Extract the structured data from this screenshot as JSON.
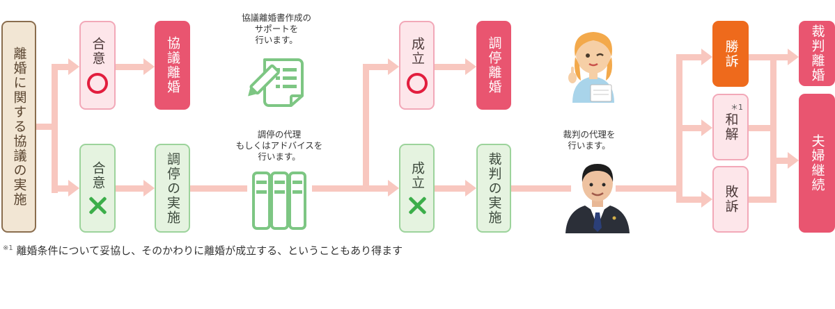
{
  "boxes": {
    "start": "離婚に関する協議の実施",
    "agree_ok": "合意",
    "agree_ng": "合意",
    "kyogi_rikon": "協議離婚",
    "chotei_jisshi": "調停の実施",
    "seiritsu_ok": "成立",
    "seiritsu_ng": "成立",
    "chotei_rikon": "調停離婚",
    "saiban_jisshi": "裁判の実施",
    "shoso": "勝訴",
    "wakai": "和解",
    "haiso": "敗訴",
    "saiban_rikon": "裁判離婚",
    "fufu_keizoku": "夫婦継続"
  },
  "notes": {
    "kyogi_support": "協議離婚書作成の\nサポートを\n行います。",
    "chotei_advice": "調停の代理\nもしくはアドバイスを\n行います。",
    "saiban_agent": "裁判の代理を\n行います。"
  },
  "footnote": {
    "mark": "※1",
    "text": " 離婚条件について妥協し、そのかわりに離婚が成立する、ということもあり得ます"
  },
  "wakai_mark": "＊1",
  "colors": {
    "arrow": "#f8c7bf",
    "red_box": "#e95570",
    "orange_box": "#ee6a1c",
    "green_border": "#9cd39b",
    "pink_border": "#f2a8b8",
    "tan_border": "#8a6d4e"
  },
  "icons": {
    "document": "document-pen-icon",
    "binders": "binders-icon",
    "woman": "woman-staff-illustration",
    "lawyer": "lawyer-portrait"
  }
}
